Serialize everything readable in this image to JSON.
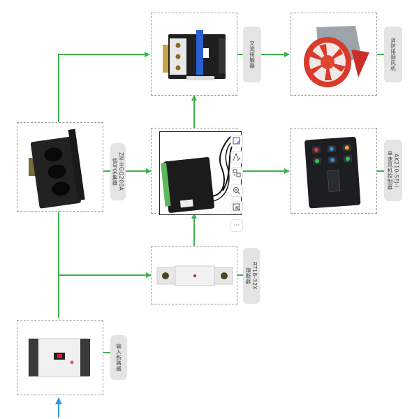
{
  "diagram": {
    "nodes": [
      {
        "id": "input-breaker",
        "label": "输入断路器",
        "icon": "molded-case-circuit-breaker"
      },
      {
        "id": "signal-collector",
        "label": "ZN-HGQ200A\n信号采集器",
        "icon": "current-transformer-collector"
      },
      {
        "id": "controller-module",
        "label": "",
        "icon": "controller-module-with-cable"
      },
      {
        "id": "fuse",
        "label": "RT18-32X\n熔断器",
        "icon": "rail-fuse-holder"
      },
      {
        "id": "ac-contactor",
        "label": "交流接触器",
        "icon": "ac-contactor"
      },
      {
        "id": "fire-fan",
        "label": "消防排烟风机",
        "icon": "axial-fan"
      },
      {
        "id": "fan-controller",
        "label": "AK210-SFJ-I\n单速风机控制器",
        "icon": "fan-control-panel"
      }
    ],
    "edges": [
      {
        "from": "power-input",
        "to": "input-breaker"
      },
      {
        "from": "input-breaker",
        "to": "signal-collector"
      },
      {
        "from": "signal-collector",
        "to": "ac-contactor"
      },
      {
        "from": "signal-collector",
        "to": "controller-module"
      },
      {
        "from": "signal-collector",
        "to": "fuse"
      },
      {
        "from": "fuse",
        "to": "controller-module"
      },
      {
        "from": "controller-module",
        "to": "ac-contactor"
      },
      {
        "from": "ac-contactor",
        "to": "fire-fan"
      },
      {
        "from": "controller-module",
        "to": "fan-controller"
      }
    ],
    "colors": {
      "wire": "#3cb44b",
      "input_arrow": "#2f9be0",
      "label_bg": "#e4e4e4",
      "border": "#9a9a9a"
    }
  },
  "toolbar": {
    "items": [
      {
        "name": "edit-image",
        "icon": "image-edit-icon"
      },
      {
        "name": "text-style",
        "icon": "text-edit-icon"
      },
      {
        "name": "layout",
        "icon": "layout-icon"
      },
      {
        "name": "zoom-in",
        "icon": "zoom-in-icon"
      },
      {
        "name": "select",
        "icon": "select-icon"
      },
      {
        "name": "more",
        "icon": "more-icon",
        "label": "···"
      }
    ]
  }
}
